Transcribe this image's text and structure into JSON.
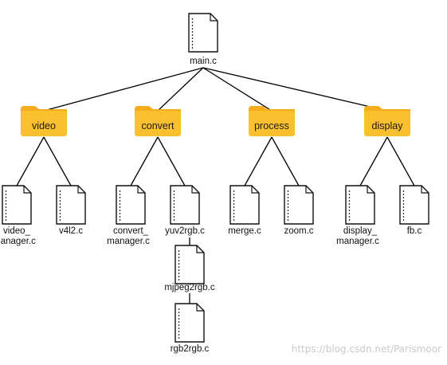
{
  "root": {
    "label": "main.c",
    "icon": "file-icon"
  },
  "folders": [
    {
      "id": "video",
      "label": "video",
      "icon": "folder-icon",
      "files": [
        {
          "label": [
            "video_",
            "manager.c"
          ]
        },
        {
          "label": [
            "v4l2.c"
          ]
        }
      ]
    },
    {
      "id": "convert",
      "label": "convert",
      "icon": "folder-icon",
      "files": [
        {
          "label": [
            "convert_",
            "manager.c"
          ]
        },
        {
          "label": [
            "yuv2rgb.c"
          ]
        }
      ]
    },
    {
      "id": "process",
      "label": "process",
      "icon": "folder-icon",
      "files": [
        {
          "label": [
            "merge.c"
          ]
        },
        {
          "label": [
            "zoom.c"
          ]
        }
      ]
    },
    {
      "id": "display",
      "label": "display",
      "icon": "folder-icon",
      "files": [
        {
          "label": [
            "display_",
            "manager.c"
          ]
        },
        {
          "label": [
            "fb.c"
          ]
        }
      ]
    }
  ],
  "chain": [
    {
      "label": "mjpeg2rgb.c"
    },
    {
      "label": "rgb2rgb.c"
    }
  ],
  "watermark": "https://blog.csdn.net/Parismoor",
  "colors": {
    "folder": "#fbc02d",
    "folder_tab": "#f7ad1b",
    "line": "#000000",
    "file_stroke": "#111111"
  }
}
